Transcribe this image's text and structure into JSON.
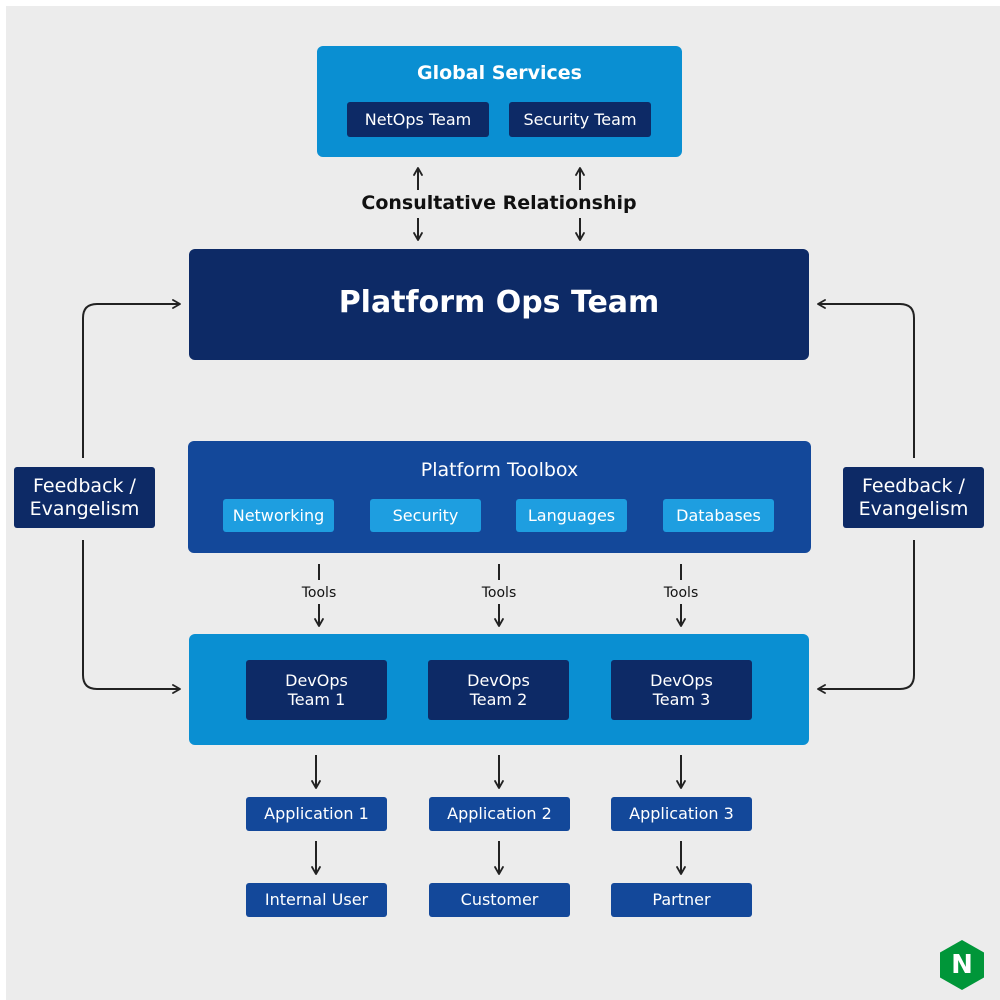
{
  "global_services": {
    "title": "Global Services",
    "teams": [
      "NetOps Team",
      "Security Team"
    ]
  },
  "relationship_label": "Consultative Relationship",
  "platform_ops": {
    "title": "Platform Ops Team"
  },
  "feedback": {
    "left_line1": "Feedback /",
    "left_line2": "Evangelism",
    "right_line1": "Feedback /",
    "right_line2": "Evangelism"
  },
  "toolbox": {
    "title": "Platform Toolbox",
    "items": [
      "Networking",
      "Security",
      "Languages",
      "Databases"
    ]
  },
  "tools_label": "Tools",
  "devops": {
    "teams": [
      {
        "line1": "DevOps",
        "line2": "Team 1"
      },
      {
        "line1": "DevOps",
        "line2": "Team 2"
      },
      {
        "line1": "DevOps",
        "line2": "Team 3"
      }
    ]
  },
  "applications": [
    "Application 1",
    "Application 2",
    "Application 3"
  ],
  "users": [
    "Internal User",
    "Customer",
    "Partner"
  ],
  "logo": {
    "letter": "N",
    "color": "#009639"
  },
  "colors": {
    "dark_navy": "#0d2a66",
    "navy": "#13489a",
    "cyan": "#0a8fd2",
    "light_chip": "#1e9ee0",
    "background": "#ececec"
  }
}
